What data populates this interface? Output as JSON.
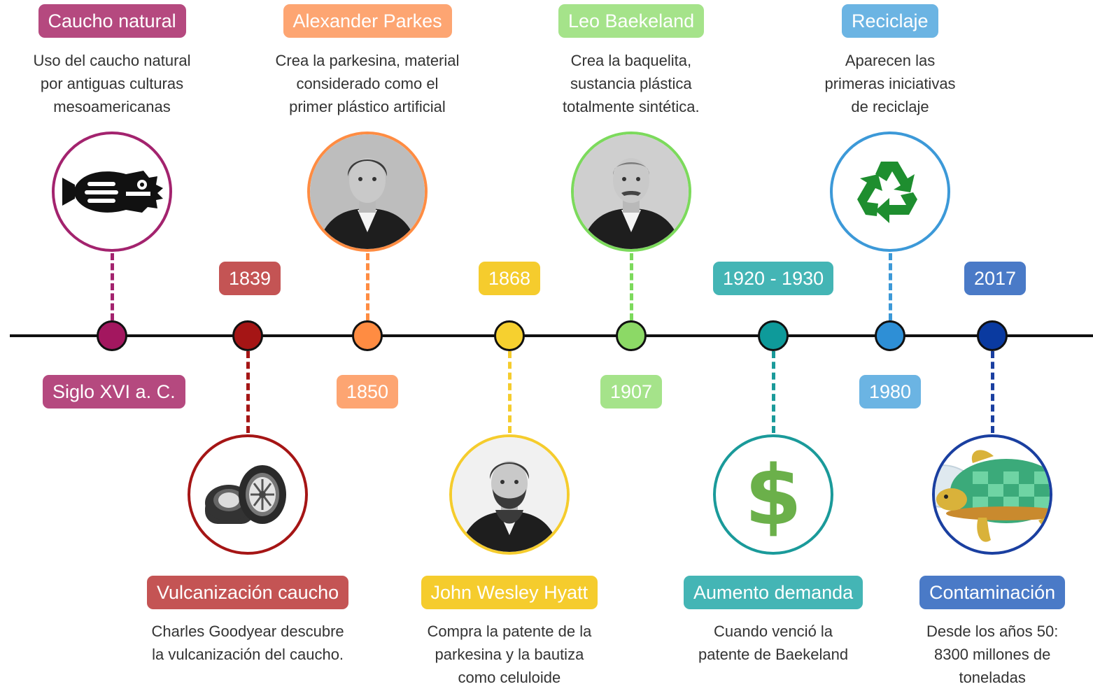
{
  "colors": {
    "purple": "#B5497F",
    "red": "#C0392B",
    "orange": "#FF8C42",
    "yellow": "#F5CC2D",
    "green": "#8CD966",
    "teal": "#1A9A9A",
    "lightblue": "#3C99D8",
    "navy": "#1A3FA0"
  },
  "events": [
    {
      "id": "caucho",
      "title": "Caucho natural",
      "date": "Siglo XVI a. C.",
      "description": [
        "Uso del caucho natural",
        "por antiguas culturas",
        "mesoamericanas"
      ],
      "icon": "aztec-fish-icon"
    },
    {
      "id": "vulcanizacion",
      "title": "Vulcanización caucho",
      "date": "1839",
      "description": [
        "Charles Goodyear descubre",
        "la vulcanización del caucho."
      ],
      "icon": "tires-icon"
    },
    {
      "id": "parkes",
      "title": "Alexander Parkes",
      "date": "1850",
      "description": [
        "Crea la parkesina, material",
        "considerado como el",
        "primer plástico artificial"
      ],
      "icon": "portrait-alexander-parkes"
    },
    {
      "id": "hyatt",
      "title": "John Wesley Hyatt",
      "date": "1868",
      "description": [
        "Compra la patente de la",
        "parkesina y la bautiza",
        "como celuloide"
      ],
      "icon": "portrait-john-wesley-hyatt"
    },
    {
      "id": "baekeland",
      "title": "Leo Baekeland",
      "date": "1907",
      "description": [
        "Crea la baquelita,",
        "sustancia plástica",
        "totalmente sintética."
      ],
      "icon": "portrait-leo-baekeland"
    },
    {
      "id": "demanda",
      "title": "Aumento demanda",
      "date": "1920 - 1930",
      "description": [
        "Cuando venció la",
        "patente de Baekeland"
      ],
      "icon": "dollar-sign-icon"
    },
    {
      "id": "reciclaje",
      "title": "Reciclaje",
      "date": "1980",
      "description": [
        "Aparecen las",
        "primeras iniciativas",
        "de reciclaje"
      ],
      "icon": "recycle-icon"
    },
    {
      "id": "contaminacion",
      "title": "Contaminación",
      "date": "2017",
      "description": [
        "Desde los años 50:",
        "8300 millones de",
        "toneladas"
      ],
      "icon": "turtle-plastic-icon"
    }
  ]
}
